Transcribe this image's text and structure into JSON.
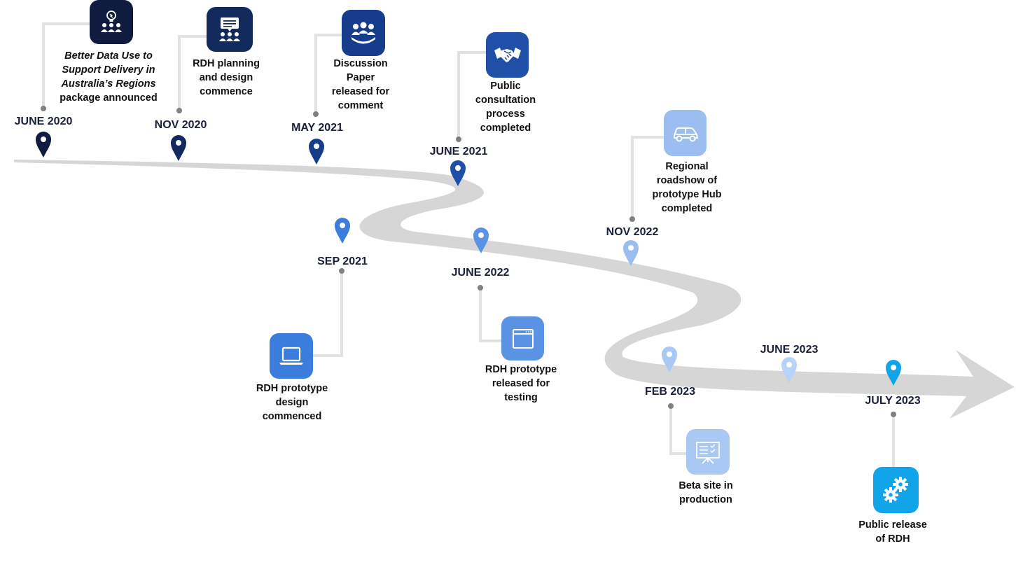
{
  "colors": {
    "road": "#d6d6d6",
    "connector": "#e2e2e5",
    "dot": "#808080",
    "text": "#1a1f3a"
  },
  "milestones": [
    {
      "id": "m1",
      "date": "JUNE 2020",
      "lines": [
        "Better Data Use to",
        "Support Delivery in",
        "Australia’s Regions",
        "package announced"
      ],
      "italic_lines": 3,
      "icon": "lightbulb-people-icon",
      "color": "#0f1c3f"
    },
    {
      "id": "m2",
      "date": "NOV 2020",
      "lines": [
        "RDH planning",
        "and design",
        "commence"
      ],
      "icon": "presentation-icon",
      "color": "#122a5c"
    },
    {
      "id": "m3",
      "date": "MAY 2021",
      "lines": [
        "Discussion",
        "Paper",
        "released for",
        "comment"
      ],
      "icon": "group-meeting-icon",
      "color": "#163c8c"
    },
    {
      "id": "m4",
      "date": "JUNE 2021",
      "lines": [
        "Public",
        "consultation",
        "process",
        "completed"
      ],
      "icon": "handshake-icon",
      "color": "#1f4fa6"
    },
    {
      "id": "m5",
      "date": "SEP 2021",
      "lines": [
        "RDH prototype",
        "design",
        "commenced"
      ],
      "icon": "laptop-icon",
      "color": "#3b7ddd"
    },
    {
      "id": "m6",
      "date": "JUNE 2022",
      "lines": [
        "RDH prototype",
        "released for",
        "testing"
      ],
      "icon": "browser-window-icon",
      "color": "#5a93e3"
    },
    {
      "id": "m7",
      "date": "NOV 2022",
      "lines": [
        "Regional",
        "roadshow of",
        "prototype Hub",
        "completed"
      ],
      "icon": "car-icon",
      "color": "#9cbdf0"
    },
    {
      "id": "m8",
      "date": "FEB 2023",
      "lines": [
        "Beta site in",
        "production"
      ],
      "icon": "checklist-board-icon",
      "color": "#a9c8f3"
    },
    {
      "id": "m9",
      "date": "JUNE 2023",
      "lines": [],
      "icon": "",
      "color": "#b5d4f7"
    },
    {
      "id": "m10",
      "date": "JULY 2023",
      "lines": [
        "Public release",
        "of RDH"
      ],
      "icon": "gears-icon",
      "color": "#12a4e8"
    }
  ]
}
